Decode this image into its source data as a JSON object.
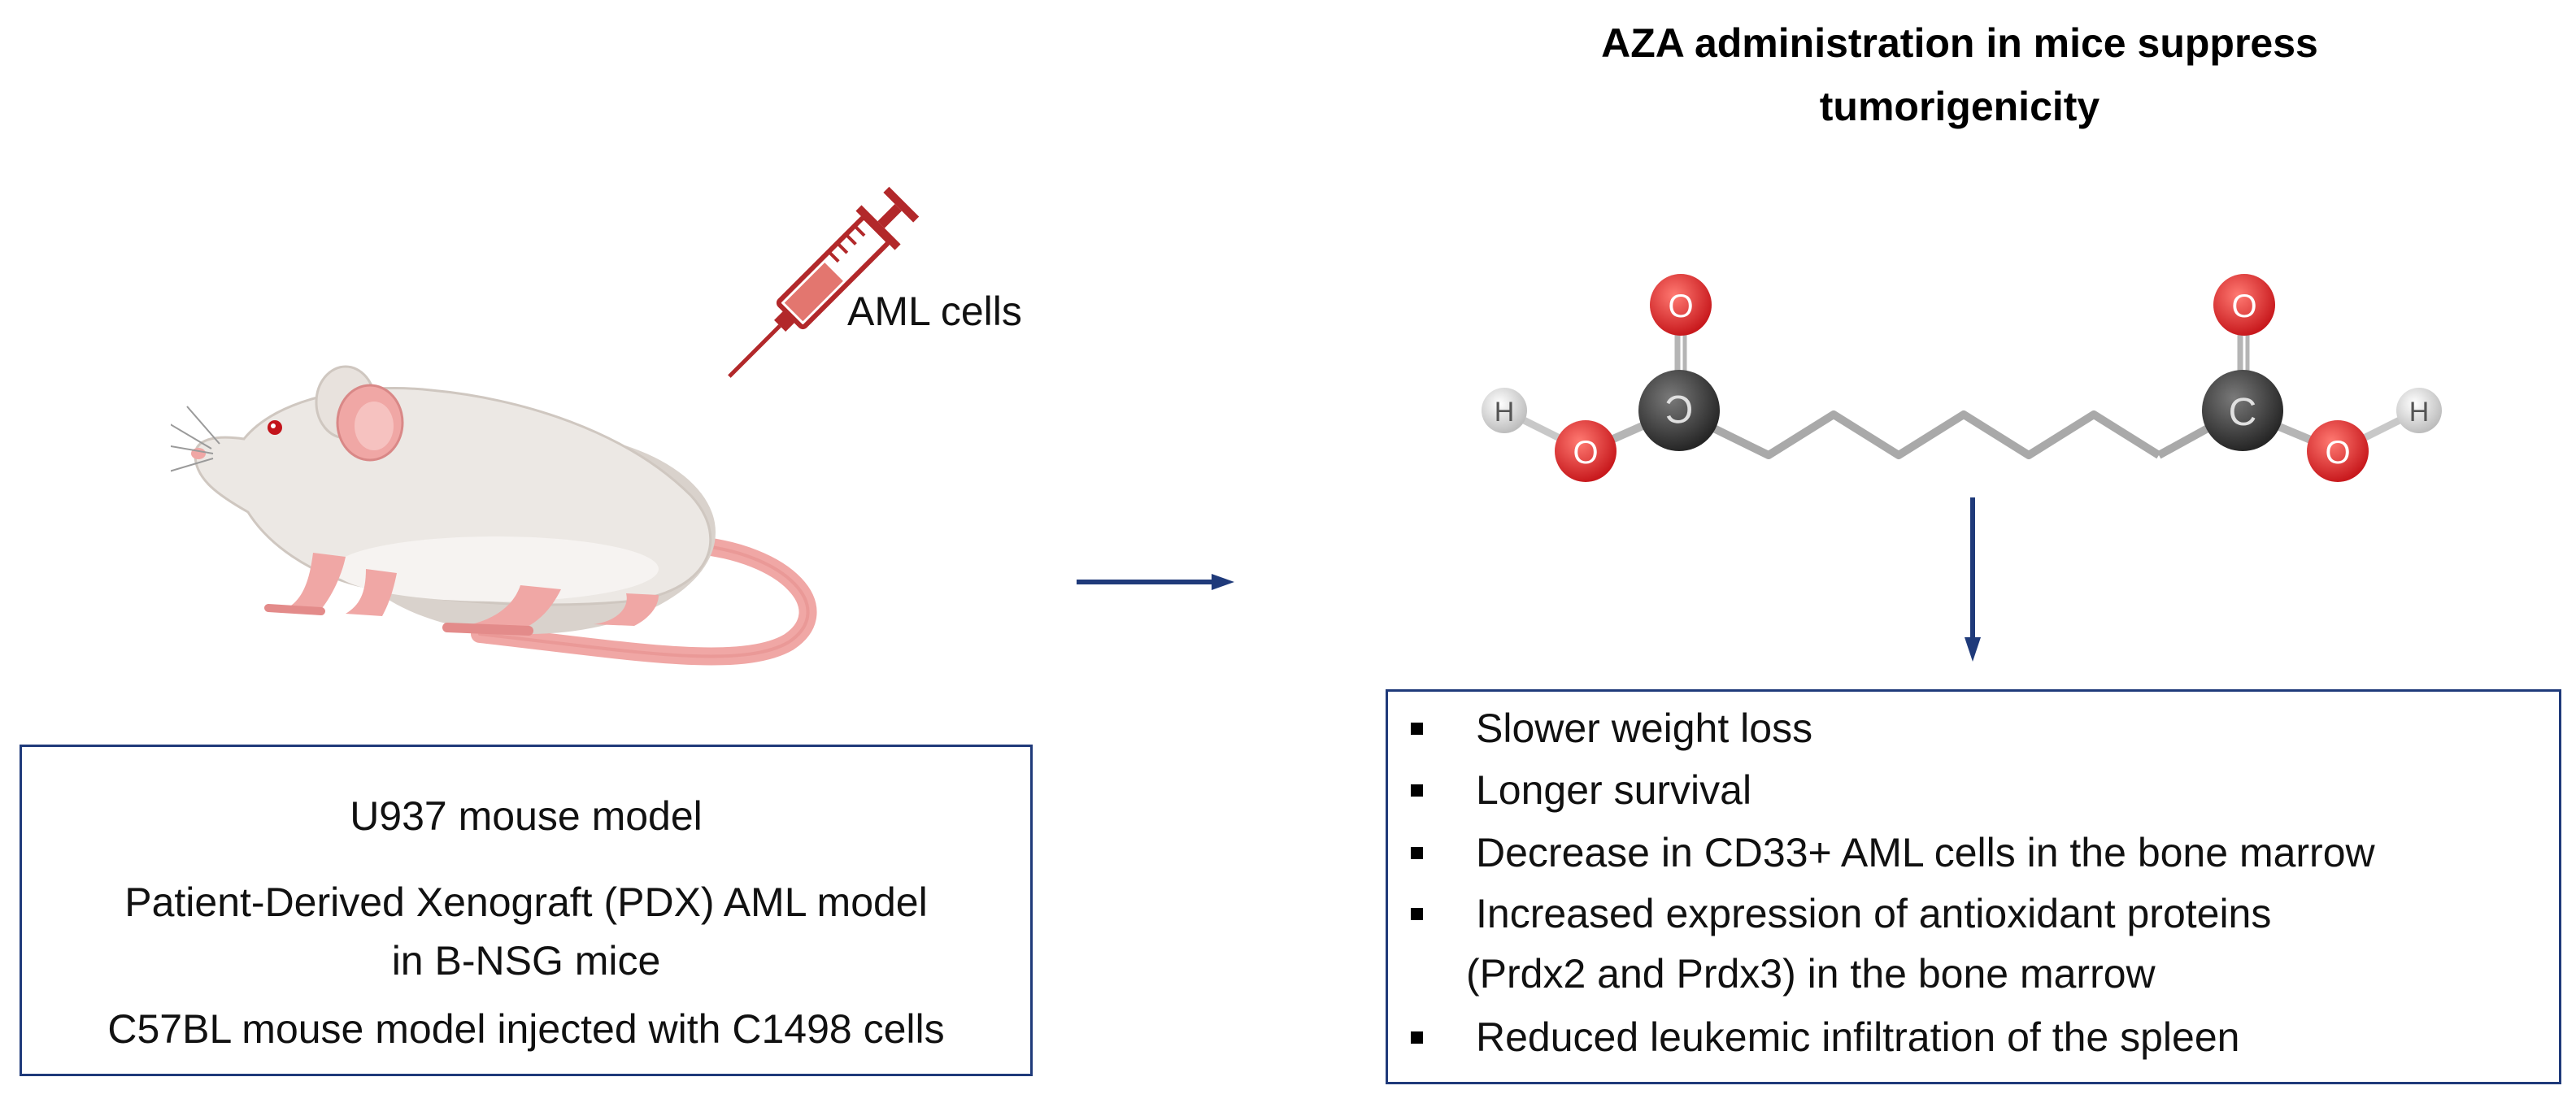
{
  "title": {
    "line1": "AZA administration in mice suppress",
    "line2": "tumorigenicity"
  },
  "injection": {
    "label": "AML cells"
  },
  "molecule": {
    "atoms": {
      "left_h": "H",
      "left_o_single": "O",
      "left_c": "C",
      "left_o_double": "O",
      "right_o_double": "O",
      "right_c": "C",
      "right_o_single": "O",
      "right_h": "H"
    }
  },
  "models": {
    "line1": "U937 mouse model",
    "line2a": "Patient-Derived Xenograft (PDX) AML model",
    "line2b": "in B-NSG mice",
    "line3": "C57BL mouse model injected with C1498 cells"
  },
  "results": {
    "r1": "Slower weight loss",
    "r2": "Longer survival",
    "r3": "Decrease in CD33+ AML cells in the bone marrow",
    "r4a": "Increased expression of antioxidant proteins",
    "r4b": "(Prdx2 and Prdx3) in the bone marrow",
    "r5": "Reduced leukemic infiltration of the spleen"
  },
  "colors": {
    "arrow": "#1f3a7a",
    "box_border": "#1f3a7a",
    "syringe": "#b2282a",
    "oxygen": "#d8262a",
    "carbon": "#3c3c3c",
    "hydrogen": "#d9d9d9",
    "mouse_body": "#ece8e4",
    "mouse_pink": "#f0a7a5"
  },
  "icons": [
    "mouse-icon",
    "syringe-icon",
    "arrow-right-icon",
    "arrow-down-icon",
    "molecule-icon"
  ]
}
